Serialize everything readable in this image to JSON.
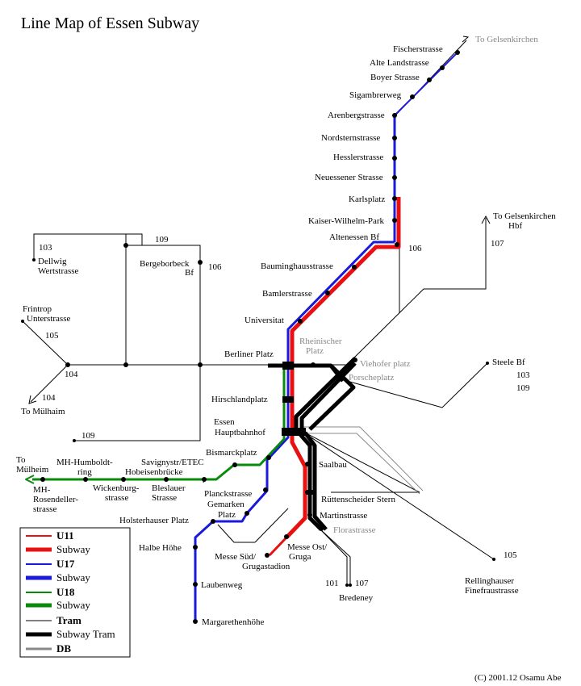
{
  "title": "Line Map of Essen Subway",
  "copyright": "(C) 2001.12  Osamu Abe",
  "colors": {
    "u11": "#e81010",
    "u17": "#1a1ad8",
    "u18": "#0a8a0a",
    "tram": "#000000",
    "db": "#888888"
  },
  "legend": {
    "u11": "U11",
    "u11_subway": "Subway",
    "u17": "U17",
    "u17_subway": "Subway",
    "u18": "U18",
    "u18_subway": "Subway",
    "tram": "Tram",
    "subway_tram": "Subway Tram",
    "db": "DB"
  },
  "destinations": {
    "gelsenkirchen": "To Gelsenkirchen",
    "gelsenkirchen_hbf_1": "To Gelsenkirchen",
    "gelsenkirchen_hbf_2": "Hbf",
    "mulheim_u18_1": "To",
    "mulheim_u18_2": "Mülheim",
    "mulheim_tram": "To Mülhaim"
  },
  "line_numbers": {
    "l107_top": "107",
    "l103": "103",
    "l109_top": "109",
    "l106_berge": "106",
    "l106_alt": "106",
    "l105_left": "105",
    "l104_a": "104",
    "l104_b": "104",
    "l109_low": "109",
    "l103_steele": "103",
    "l109_steele": "109",
    "l105_right": "105",
    "l101": "101",
    "l107_bred": "107"
  },
  "stations": {
    "fischerstrasse": "Fischerstrasse",
    "alte_landstrasse": "Alte Landstrasse",
    "boyer_strasse": "Boyer Strasse",
    "sigambrerweg": "Sigambrerweg",
    "arenbergstrasse": "Arenbergstrasse",
    "nordsternstrasse": "Nordsternstrasse",
    "hesslerstrasse": "Hesslerstrasse",
    "neuessener_strasse": "Neuessener Strasse",
    "karlsplatz": "Karlsplatz",
    "kaiser_wilhelm_park": "Kaiser-Wilhelm-Park",
    "altenessen_bf": "Altenessen Bf",
    "bauminghausstrasse": "Bauminghausstrasse",
    "bamlerstrasse": "Bamlerstrasse",
    "universitat": "Universitat",
    "rheinischer_1": "Rheinischer",
    "rheinischer_2": "Platz",
    "viehofer_platz": "Viehofer platz",
    "porscheplatz": "Porscheplatz",
    "berliner_platz": "Berliner Platz",
    "hirschlandplatz": "Hirschlandplatz",
    "essen_hbf_1": "Essen",
    "essen_hbf_2": "Hauptbahnhof",
    "bismarckplatz": "Bismarckplatz",
    "savignystr": "Savignystr/ETEC",
    "hobeisenbrucke": "Hobeisenbrücke",
    "saalbau": "Saalbau",
    "ruttenscheider_stern": "Rüttenscheider Stern",
    "martinstrasse": "Martinstrasse",
    "florastrasse": "Florastrasse",
    "messe_ost_1": "Messe Ost/",
    "messe_ost_2": "Gruga",
    "messe_sud_1": "Messe Süd/",
    "messe_sud_2": "Grugastadion",
    "planckstrasse": "Planckstrasse",
    "gemarken_1": "Gemarken",
    "gemarken_2": "Platz",
    "holsterhauser_platz": "Holsterhauser Platz",
    "halbe_hohe": "Halbe Höhe",
    "laubenweg": "Laubenweg",
    "margarethenhohe": "Margarethenhöhe",
    "mh_humboldtring_1": "MH-Humboldt-",
    "mh_humboldtring_2": "ring",
    "wickenburgstrasse_1": "Wickenburg-",
    "wickenburgstrasse_2": "strasse",
    "bleslauer_1": "Bleslauer",
    "bleslauer_2": "Strasse",
    "mh_rosendeller_1": "MH-",
    "mh_rosendeller_2": "Rosendeller-",
    "mh_rosendeller_3": "strasse",
    "dellwig_1": "Dellwig",
    "dellwig_2": "Wertstrasse",
    "bergeborbeck_1": "Bergeborbeck",
    "bergeborbeck_2": "Bf",
    "frintrop_1": "Frintrop",
    "frintrop_2": "Unterstrasse",
    "steele_bf": "Steele Bf",
    "rellinghauser_1": "Rellinghauser",
    "rellinghauser_2": "Finefraustrasse",
    "bredeney": "Bredeney"
  }
}
